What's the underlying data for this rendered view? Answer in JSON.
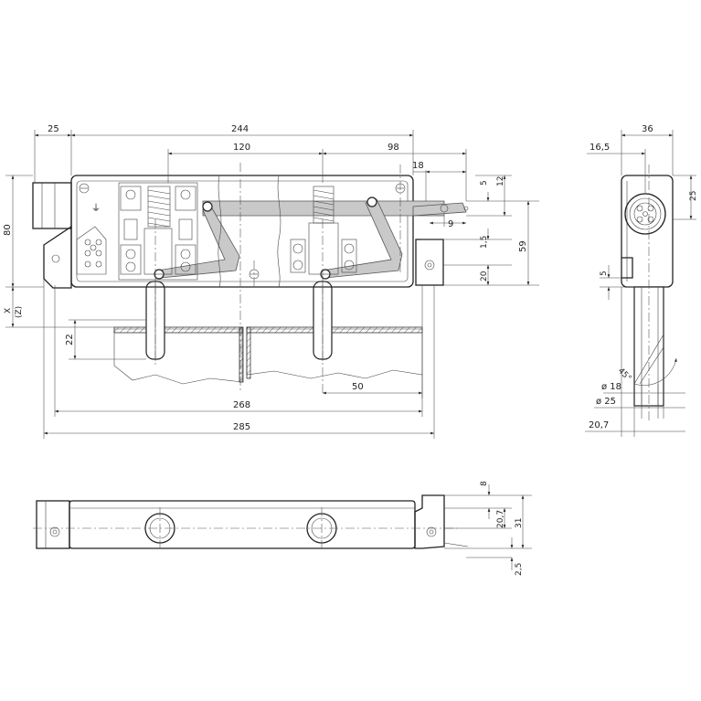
{
  "dimensions_front": {
    "d25": "25",
    "d244": "244",
    "d120": "120",
    "d98": "98",
    "d18": "18",
    "d5": "5",
    "d12": "12",
    "d9": "9",
    "d1_5": "1,5",
    "d59": "59",
    "d20": "20",
    "d80": "80",
    "x_z": "X",
    "z_paren": "(Z)",
    "d22": "22",
    "d50": "50",
    "d268": "268",
    "d285": "285"
  },
  "dimensions_side": {
    "d36": "36",
    "d16_5": "16,5",
    "d25": "25",
    "d5": "5",
    "angle45": "45°",
    "dia18": "ø 18",
    "dia25": "ø 25",
    "d20_7": "20,7"
  },
  "dimensions_bottom": {
    "d8": "8",
    "d20_7": "20,7",
    "d31": "31",
    "d2_5": "2,5"
  },
  "symbols": {
    "ground": "⏚"
  }
}
